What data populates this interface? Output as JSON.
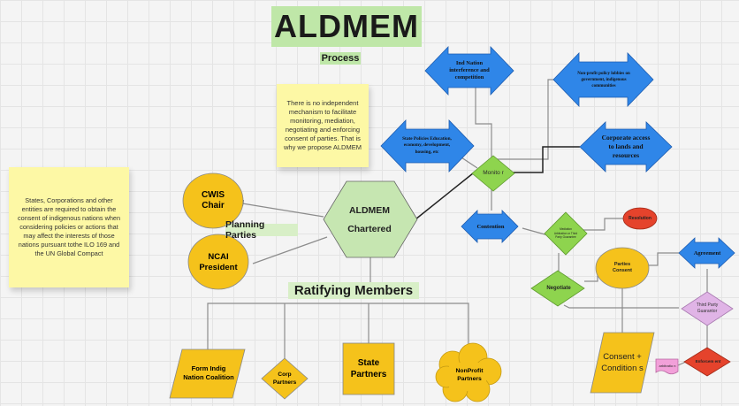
{
  "title": "ALDMEM",
  "subtitle": "Process",
  "notes": {
    "mechanism": "There is no independent mechanism to facilitate monitoring, mediation, negotiating and enforcing consent of parties. That is why we propose ALDMEM",
    "states": "States, Corporations and other entities are required to obtain the consent of indigenous nations when considering policies or actions that may affect the interests of those nations pursuant tothe ILO 169 and the UN Global Compact"
  },
  "labels": {
    "planning_parties": "Planning Parties",
    "ratifying_members": "Ratifying Members"
  },
  "nodes": {
    "hexagon_line1": "ALDMEM",
    "hexagon_line2": "Chartered",
    "cwis": "CWIS Chair",
    "ncai": "NCAI President",
    "form_indig": "Form Indig Nation Coalition",
    "corp_partners": "Corp Partners",
    "state_partners": "State Partners",
    "nonprofit_partners": "NonProfit Partners",
    "monitor": "Monito r",
    "contention": "Contention",
    "mediation": "Mediation Arbitration or Third Party Guarantee",
    "resolution": "Resolution",
    "negotiate": "Negotiate",
    "parties_consent": "Parties Consent",
    "agreement": "Agreement",
    "third_party_guarantor": "Third Party Guarantor",
    "consent_conditions": "Consent + Condition s",
    "enforcement": "Enforcem ent",
    "arbitration": "arbitratio n",
    "ind_nation": "Ind Nation interference and competition",
    "nonprofit_policy": "Non-profit policy lobbies on government, indigenous communities",
    "state_policies": "State Policies Education, economy, development, housing, etc",
    "corporate_access": "Corporate access to lands and resources"
  },
  "colors": {
    "yellow": "#f5c21b",
    "green": "#8ed44e",
    "light_green": "#c6e6b1",
    "blue": "#2f86e8",
    "red": "#e5432c",
    "violet": "#e0b4e6",
    "pink": "#f2a0d9",
    "sticky": "#fdf8a5"
  }
}
